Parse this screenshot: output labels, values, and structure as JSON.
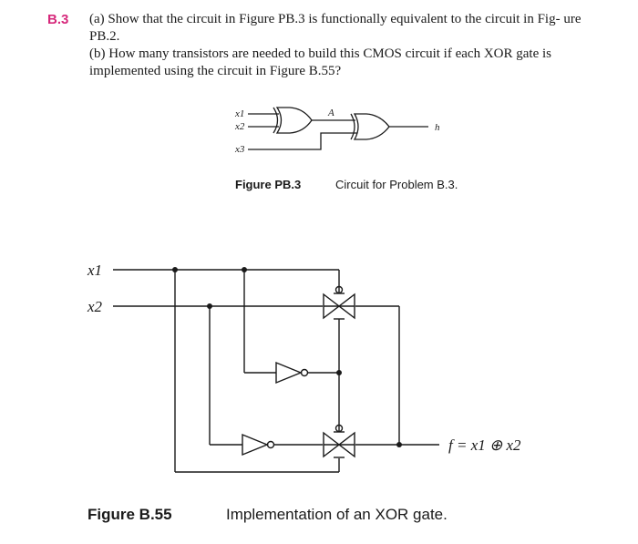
{
  "problem": {
    "number": "B.3",
    "part_a": "(a) Show that the circuit in Figure PB.3 is functionally equivalent to the circuit in Fig- ure PB.2.",
    "part_b": "(b) How many transistors are needed to build this CMOS circuit if each XOR gate is implemented using the circuit in Figure B.55?"
  },
  "figure_pb3": {
    "label": "Figure PB.3",
    "caption": "Circuit for Problem B.3.",
    "input1": "x1",
    "input2": "x2",
    "input3": "x3",
    "mid_signal": "A",
    "output": "h"
  },
  "figure_b55": {
    "label": "Figure B.55",
    "caption": "Implementation of an XOR gate.",
    "input1": "x1",
    "input2": "x2",
    "output_expr": "f = x1 ⊕ x2"
  }
}
